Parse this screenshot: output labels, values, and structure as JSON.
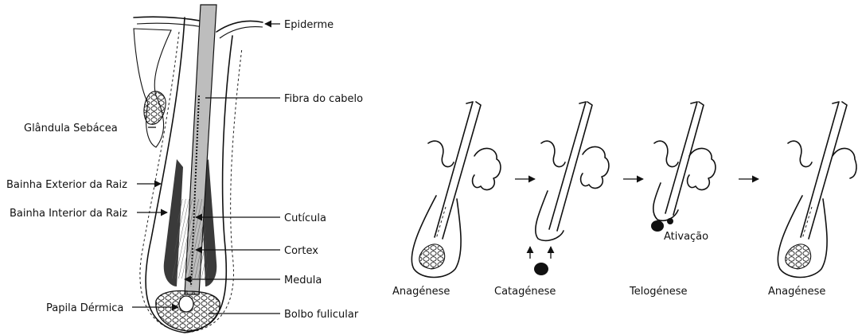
{
  "anatomy_labels": {
    "epiderme": "Epiderme",
    "fibra": "Fibra do cabelo",
    "glandula": "Glândula Sebácea",
    "bainha_ext": "Bainha Exterior da Raiz",
    "bainha_int": "Bainha Interior da Raiz",
    "cuticula": "Cutícula",
    "cortex": "Cortex",
    "medula": "Medula",
    "papila": "Papila Dérmica",
    "bolbo": "Bolbo fulicular"
  },
  "cycle": {
    "stage1": "Anagénese",
    "stage2": "Catagénese",
    "stage3": "Telogénese",
    "stage4": "Anagénese",
    "activation": "Ativação"
  },
  "colors": {
    "ink": "#111111",
    "dark_sheath": "#3a3a3a",
    "shaft_fill": "#bdbdbd",
    "cortex_fill": "#8a8a8a"
  }
}
